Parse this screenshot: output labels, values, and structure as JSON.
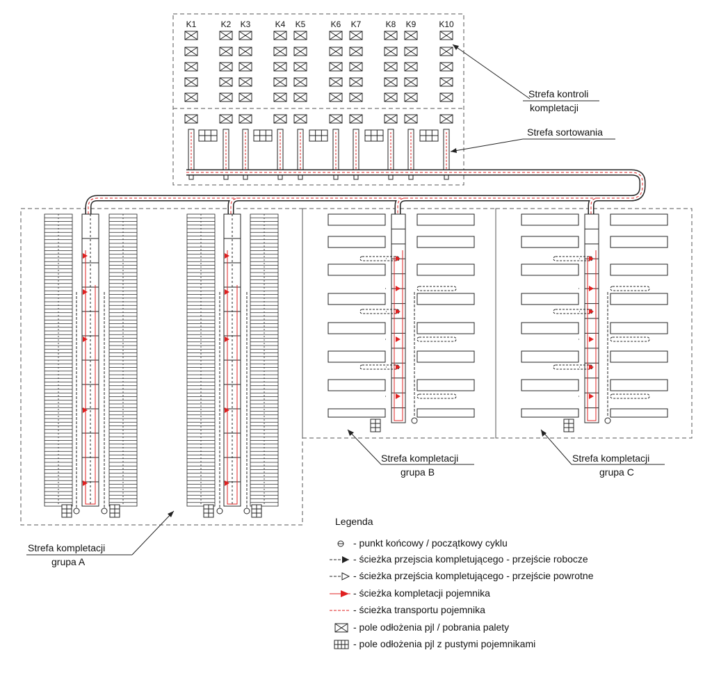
{
  "kontrola": {
    "columns": [
      "K1",
      "K2",
      "K3",
      "K4",
      "K5",
      "K6",
      "K7",
      "K8",
      "K9",
      "K10"
    ],
    "label_line1": "Strefa kontroli",
    "label_line2": "kompletacji"
  },
  "sortowanie": {
    "label": "Strefa sortowania"
  },
  "zones": {
    "a": {
      "line1": "Strefa kompletacji",
      "line2": "grupa A"
    },
    "b": {
      "line1": "Strefa kompletacji",
      "line2": "grupa B"
    },
    "c": {
      "line1": "Strefa kompletacji",
      "line2": "grupa C"
    }
  },
  "legend": {
    "title": "Legenda",
    "items": [
      {
        "symbol": "cycle-point-icon",
        "text": "- punkt końcowy / początkowy cyklu"
      },
      {
        "symbol": "work-path-arrow-icon",
        "text": "- ścieżka przejscia kompletującego - przejście robocze"
      },
      {
        "symbol": "return-path-arrow-icon",
        "text": "- ścieżka przejścia kompletującego - przejście powrotne"
      },
      {
        "symbol": "container-picking-arrow-icon",
        "text": "- ścieżka kompletacji pojemnika",
        "color": "#e02020"
      },
      {
        "symbol": "container-transport-line-icon",
        "text": "- ścieżka transportu pojemnika",
        "color": "#e02020"
      },
      {
        "symbol": "pallet-pickup-box-icon",
        "text": "- pole odłożenia pjl / pobrania palety"
      },
      {
        "symbol": "empty-containers-box-icon",
        "text": "- pole odłożenia pjl z pustymi pojemnikami"
      }
    ]
  },
  "colors": {
    "line": "#222222",
    "red": "#e02020",
    "dash": "#555555"
  }
}
